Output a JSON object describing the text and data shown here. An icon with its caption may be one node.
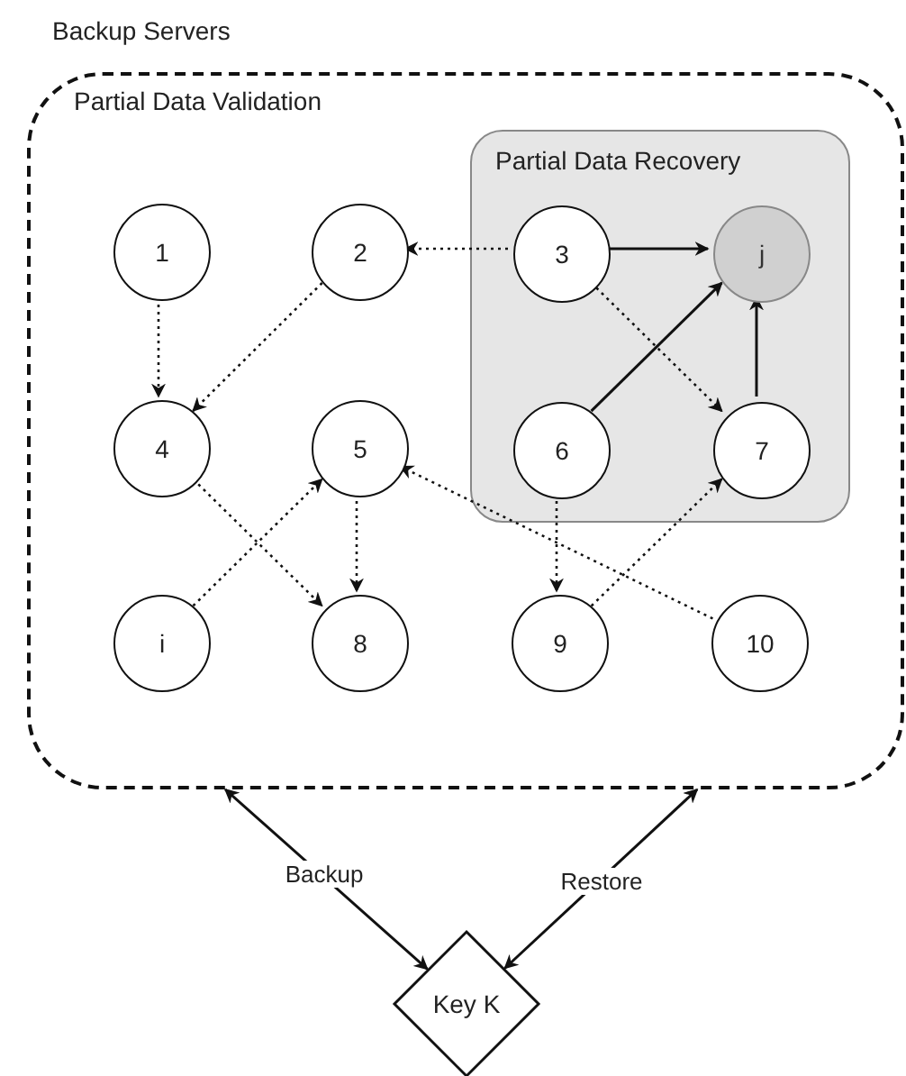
{
  "diagram": {
    "nodes": [
      {
        "text": [
          "Backup Servers",
          "Partial Data Validation"
        ]
      },
      {
        "text": [
          "Partial Data Recovery"
        ],
        "in": 0
      },
      {
        "text": [
          "1"
        ],
        "in": 0
      },
      {
        "text": [
          "2"
        ],
        "in": 0
      },
      {
        "text": [
          "3"
        ],
        "in": 1
      },
      {
        "text": [
          "j"
        ],
        "in": 1
      },
      {
        "text": [
          "4"
        ],
        "in": 0
      },
      {
        "text": [
          "5"
        ],
        "in": 0
      },
      {
        "text": [
          "6"
        ],
        "in": 1
      },
      {
        "text": [
          "7"
        ],
        "in": 1
      },
      {
        "text": [
          "i"
        ],
        "in": 0
      },
      {
        "text": [
          "8"
        ],
        "in": 0
      },
      {
        "text": [
          "9"
        ],
        "in": 0
      },
      {
        "text": [
          "10"
        ],
        "in": 0
      },
      {
        "text": [
          "Key K"
        ]
      }
    ],
    "edges": [
      {
        "from": 2,
        "to": 6,
        "arrow": "to",
        "style": "dashed"
      },
      {
        "from": 3,
        "to": 6,
        "arrow": "to",
        "style": "dashed"
      },
      {
        "from": 4,
        "to": 3,
        "arrow": "to",
        "style": "dashed"
      },
      {
        "from": 4,
        "to": 5,
        "arrow": "to"
      },
      {
        "from": 4,
        "to": 9,
        "arrow": "to",
        "style": "dashed"
      },
      {
        "from": 8,
        "to": 5,
        "arrow": "to"
      },
      {
        "from": 9,
        "to": 5,
        "arrow": "to"
      },
      {
        "from": 6,
        "to": 11,
        "arrow": "to",
        "style": "dashed"
      },
      {
        "from": 10,
        "to": 7,
        "arrow": "to",
        "style": "dashed"
      },
      {
        "from": 7,
        "to": 11,
        "arrow": "to",
        "style": "dashed"
      },
      {
        "from": 8,
        "to": 12,
        "arrow": "to",
        "style": "dashed"
      },
      {
        "from": 12,
        "to": 9,
        "arrow": "to",
        "style": "dashed"
      },
      {
        "from": 13,
        "to": 7,
        "arrow": "to",
        "style": "dashed"
      },
      {
        "from": 0,
        "to": 14,
        "arrow": "both",
        "label": "Backup"
      },
      {
        "from": 0,
        "to": 14,
        "arrow": "both",
        "label": "Restore"
      }
    ]
  }
}
